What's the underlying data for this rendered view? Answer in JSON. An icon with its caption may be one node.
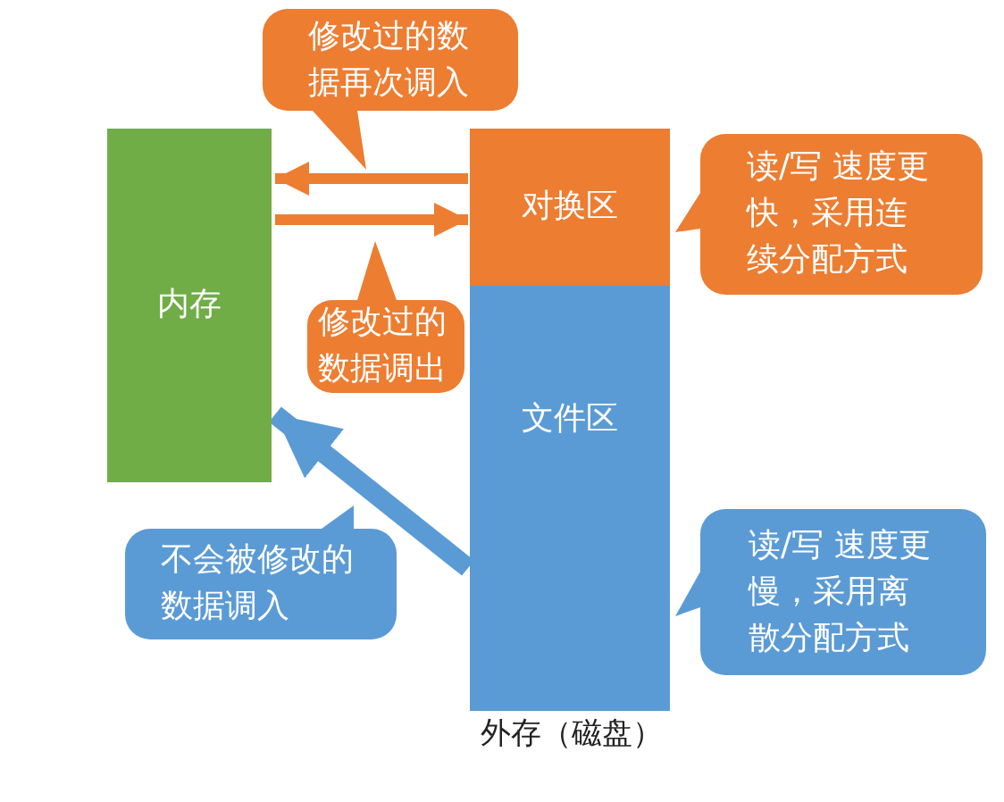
{
  "diagram": {
    "nodes": [
      {
        "text": [
          "修改过的数据再次调入"
        ]
      },
      {
        "text": [
          "内存"
        ]
      },
      {
        "text": [
          "对换区"
        ]
      },
      {
        "text": [
          "读/写 速度更快，采用连续分配方式"
        ]
      },
      {
        "text": [
          "修改过的数据调出"
        ]
      },
      {
        "text": [
          "文件区"
        ]
      },
      {
        "text": [
          "读/写 速度更慢，采用离散分配方式"
        ]
      },
      {
        "text": [
          "不会被修改的数据调入"
        ]
      }
    ],
    "edges": [
      {
        "from": 2,
        "to": 1,
        "arrow": "to"
      },
      {
        "from": 1,
        "to": 2,
        "arrow": "to"
      },
      {
        "from": 5,
        "to": 1,
        "arrow": "to",
        "style": "thick",
        "color": "#5b9bd5"
      }
    ],
    "labels": [
      "外存（磁盘）"
    ]
  }
}
